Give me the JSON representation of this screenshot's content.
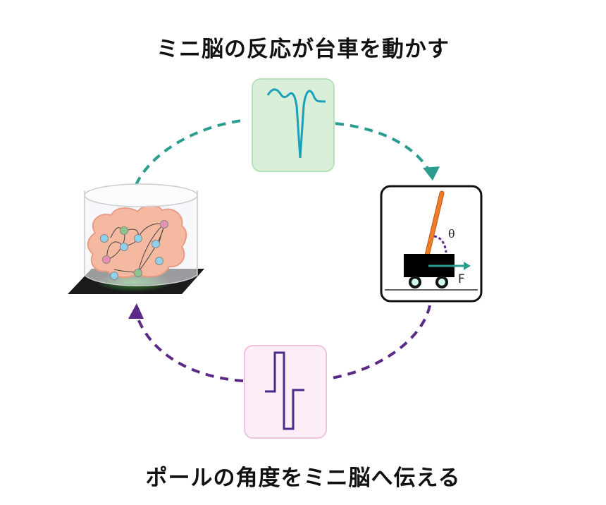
{
  "top_caption": "ミニ脳の反応が台車を動かす",
  "bottom_caption": "ポールの角度をミニ脳へ伝える",
  "cart_labels": {
    "angle": "θ",
    "force": "F"
  },
  "colors": {
    "output_path": "#2a9d8f",
    "input_path": "#5b2a86",
    "pole": "#f07c28",
    "output_box": "#d9efd9",
    "input_box": "#fbeef6"
  },
  "icons": [
    "mini-brain-in-dish",
    "spike-waveform",
    "cart-pole",
    "stimulation-pulse"
  ]
}
